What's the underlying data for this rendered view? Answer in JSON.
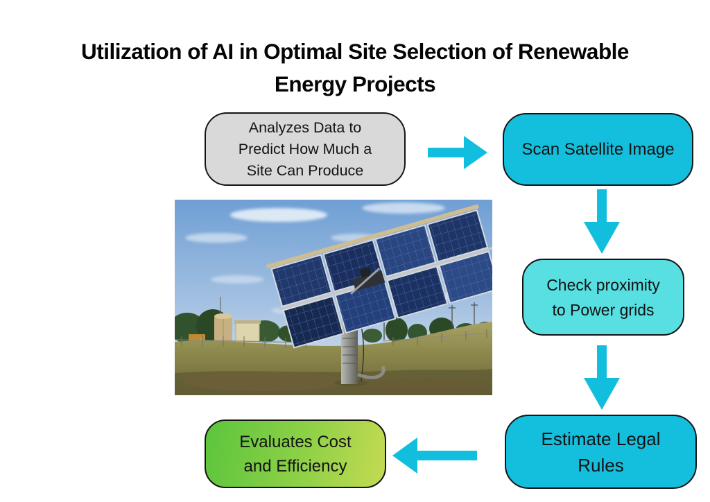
{
  "title": {
    "line1": "Utilization of AI in Optimal Site Selection of Renewable",
    "line2": "Energy Projects",
    "full": "Utilization of AI in Optimal Site Selection of Renewable Energy Projects"
  },
  "colors": {
    "arrow_cyan": "#12bedd",
    "node_cyan": "#14bedd",
    "node_light_teal": "#57dfe2",
    "node_gray": "#d9d9d9",
    "node_green_start": "#5cc53d",
    "node_green_end": "#c4da52",
    "node_border": "#141414",
    "background": "#ffffff"
  },
  "flowchart": {
    "analyze": {
      "lines": [
        "Analyzes Data to",
        "Predict How Much a",
        "Site Can Produce"
      ]
    },
    "scan": {
      "lines": [
        "Scan Satellite Image"
      ]
    },
    "proximity": {
      "lines": [
        "Check proximity",
        "to Power grids"
      ]
    },
    "legal": {
      "lines": [
        "Estimate Legal",
        "Rules"
      ]
    },
    "cost": {
      "lines": [
        "Evaluates Cost",
        "and Efficiency"
      ]
    },
    "flow": [
      {
        "from": "analyze",
        "to": "scan",
        "direction": "right"
      },
      {
        "from": "scan",
        "to": "proximity",
        "direction": "down"
      },
      {
        "from": "proximity",
        "to": "legal",
        "direction": "down"
      },
      {
        "from": "legal",
        "to": "cost",
        "direction": "left"
      }
    ]
  },
  "photo": {
    "description": "Pole-mounted tracking solar panel array (2 rows of 4 dark-blue panels) in a grassy field with trees, a fence, a small tan building and tank, under a blue sky with wispy clouds"
  }
}
